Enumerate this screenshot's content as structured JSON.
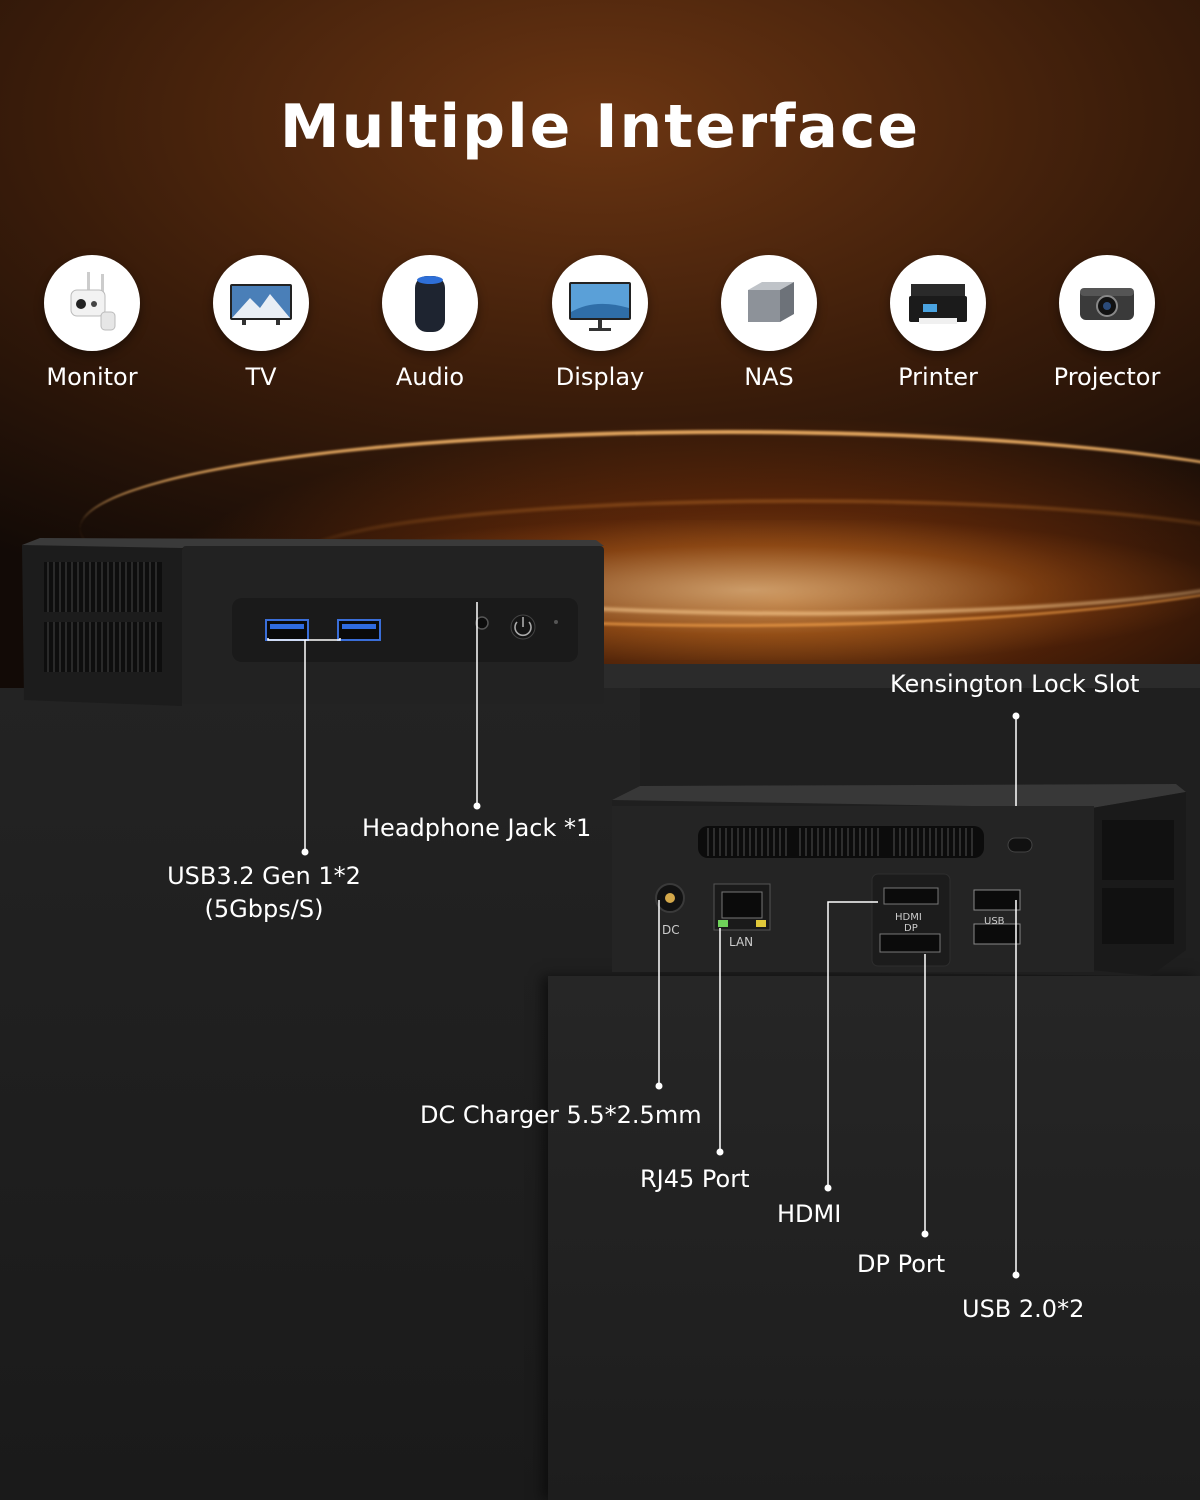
{
  "title": "Multiple Interface",
  "devices": [
    {
      "label": "Monitor",
      "icon": "security-camera-icon"
    },
    {
      "label": "TV",
      "icon": "tv-icon"
    },
    {
      "label": "Audio",
      "icon": "smart-speaker-icon"
    },
    {
      "label": "Display",
      "icon": "display-monitor-icon"
    },
    {
      "label": "NAS",
      "icon": "nas-drive-icon"
    },
    {
      "label": "Printer",
      "icon": "printer-icon"
    },
    {
      "label": "Projector",
      "icon": "projector-icon"
    }
  ],
  "callouts": {
    "usb32": "USB3.2 Gen 1*2",
    "usb32_speed": "(5Gbps/S)",
    "headphone": "Headphone Jack *1",
    "kensington": "Kensington Lock Slot",
    "dc": "DC Charger 5.5*2.5mm",
    "rj45": "RJ45 Port",
    "hdmi": "HDMI",
    "dp": "DP Port",
    "usb20": "USB 2.0*2"
  },
  "port_marks": {
    "dc": "DC",
    "lan": "LAN",
    "hdmi": "HDMI",
    "dp": "DP",
    "usb": "USB"
  },
  "colors": {
    "accent": "#ff8c28",
    "background": "#161616",
    "text": "#ffffff"
  }
}
